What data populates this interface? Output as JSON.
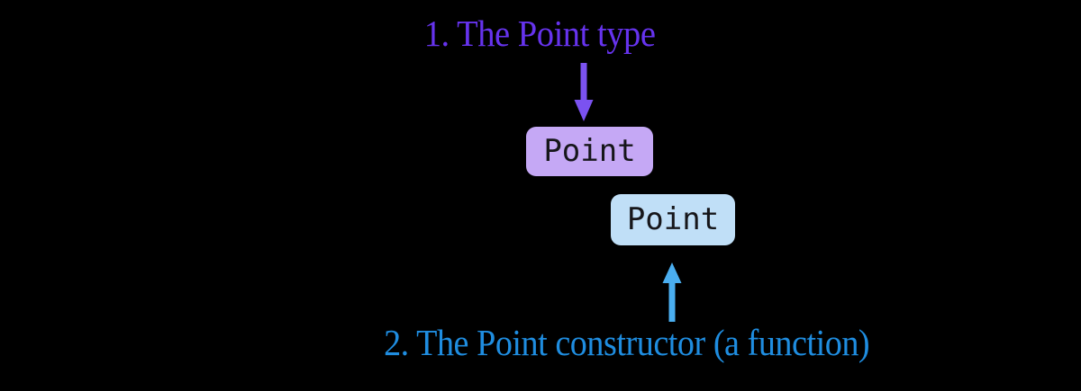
{
  "diagram": {
    "background_color": "#000000",
    "annotations": [
      {
        "id": "type-annotation",
        "label": "1. The Point type",
        "color": "#6633ee",
        "arrow_direction": "down",
        "arrow_name": "arrow-down-icon"
      },
      {
        "id": "constructor-annotation",
        "label": "2. The Point constructor (a function)",
        "color": "#1f8de0",
        "arrow_direction": "up",
        "arrow_name": "arrow-up-icon"
      }
    ],
    "chips": [
      {
        "id": "point-type-chip",
        "text": "Point",
        "fill": "#c5a8f5",
        "text_color": "#16161a"
      },
      {
        "id": "point-constructor-chip",
        "text": "Point",
        "fill": "#c0dff7",
        "text_color": "#16161a"
      }
    ]
  }
}
